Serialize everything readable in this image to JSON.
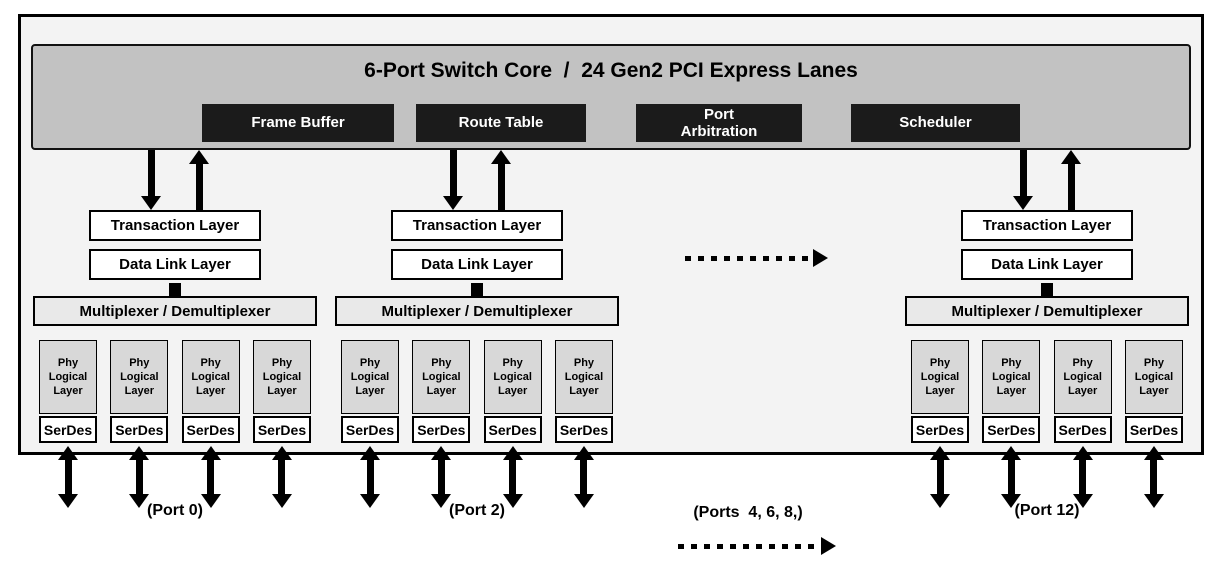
{
  "diagram": {
    "core": {
      "title": "6-Port Switch Core  /  24 Gen2 PCI Express Lanes",
      "blocks": [
        {
          "label": "Frame Buffer"
        },
        {
          "label": "Route Table"
        },
        {
          "label": "Port\nArbitration"
        },
        {
          "label": "Scheduler"
        }
      ]
    },
    "labels": {
      "transaction_layer": "Transaction Layer",
      "data_link_layer": "Data Link Layer",
      "mux_demux": "Multiplexer / Demultiplexer",
      "phy_logical_layer": "Phy\nLogical\nLayer",
      "serdes": "SerDes"
    },
    "ports": [
      {
        "label": "(Port 0)"
      },
      {
        "label": "(Port 2)"
      },
      {
        "label": "(Port 12)"
      }
    ],
    "more_ports_label": "(Ports  4, 6, 8,)",
    "colors": {
      "core_bar_bg": "#c2c2c2",
      "core_block_bg": "#1b1b1b",
      "core_block_text": "#ffffff",
      "mux_bg": "#e9e9e9",
      "phy_bg": "#d8d8d8",
      "panel_bg": "#f3f3f3",
      "line": "#000000"
    }
  }
}
